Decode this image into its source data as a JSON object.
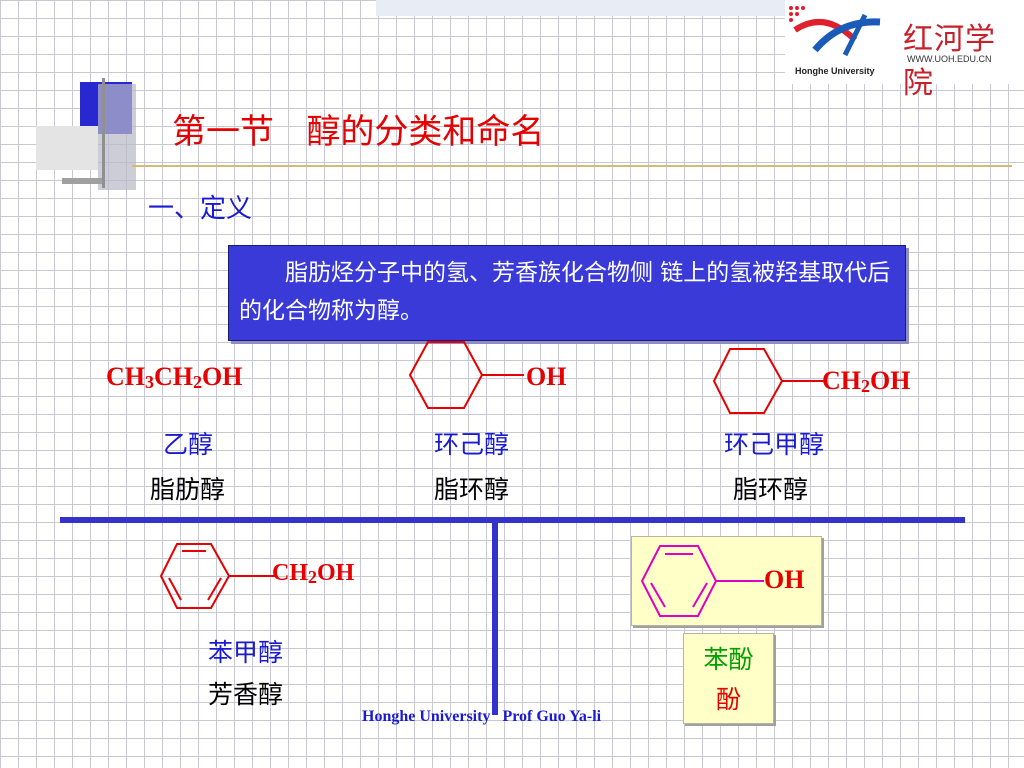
{
  "logo": {
    "cn_name": "红河学院",
    "en_name": "Honghe University",
    "url": "WWW.UOH.EDU.CN"
  },
  "title": "第一节   醇的分类和命名",
  "section": "一、定义",
  "definition": "脂肪烃分子中的氢、芳香族化合物侧 链上的氢被羟基取代后的化合物称为醇。",
  "compounds": {
    "ethanol": {
      "formula_parts": [
        "CH",
        "3",
        "CH",
        "2",
        "OH"
      ],
      "name": "乙醇",
      "class": "脂肪醇"
    },
    "cyclohexanol": {
      "group": "OH",
      "name": "环己醇",
      "class": "脂环醇"
    },
    "cyclohexylmethanol": {
      "group_parts": [
        "CH",
        "2",
        "OH"
      ],
      "name": "环己甲醇",
      "class": "脂环醇"
    },
    "benzyl_alcohol": {
      "group_parts": [
        "CH",
        "2",
        "OH"
      ],
      "name": "苯甲醇",
      "class": "芳香醇"
    },
    "phenol": {
      "group": "OH",
      "name_line1": "苯酚",
      "name_line2": "酚"
    }
  },
  "footer": "Honghe University   Prof Guo Ya-li",
  "colors": {
    "title_red": "#e60000",
    "blue_text": "#1a1ad0",
    "definition_bg": "#3a3ad9",
    "separator": "#3333cc",
    "phenol_bg": "#ffffc8",
    "phenol_label": "#00a000",
    "phenol_ring": "#e000c0"
  }
}
